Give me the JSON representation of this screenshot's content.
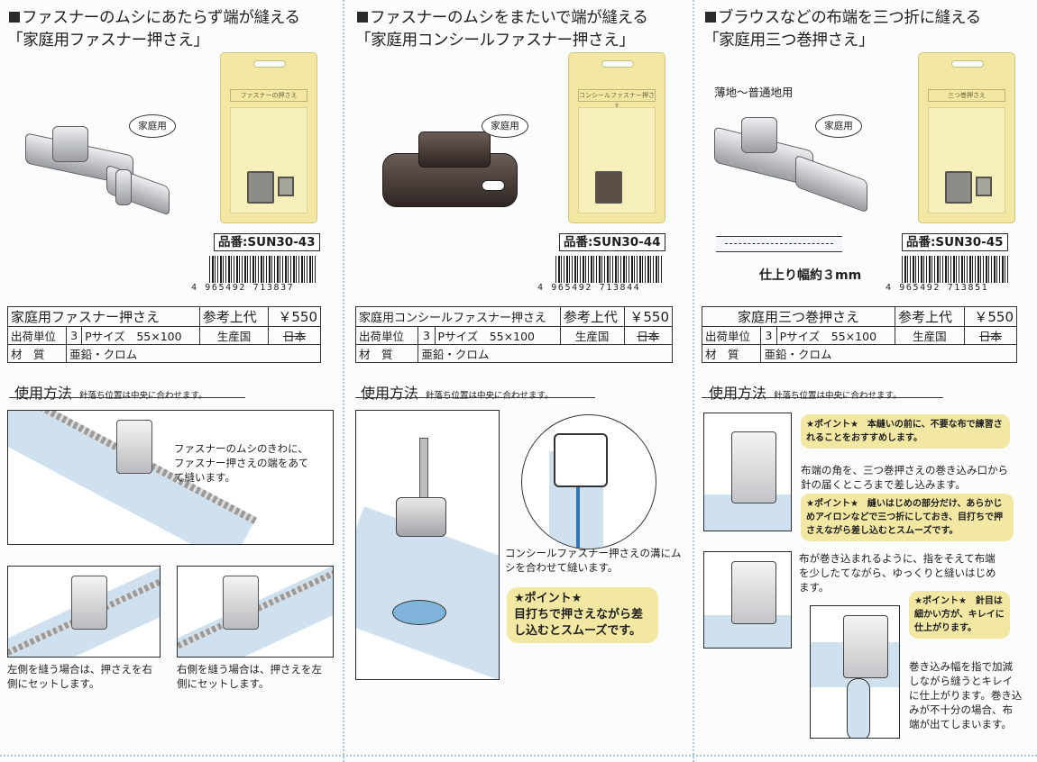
{
  "columns": [
    {
      "title": "ファスナーのムシにあたらず端が縫える",
      "subtitle": "「家庭用ファスナー押さえ」",
      "badge": "家庭用",
      "package_label": "ファスナーの押さえ",
      "part_number": "品番:SUN30-43",
      "barcode_digits": "4 965492 713837",
      "spec": {
        "name": "家庭用ファスナー押さえ",
        "ref_price_label": "参考上代",
        "price": "￥550",
        "unit_label": "出荷単位",
        "unit": "3",
        "size_label": "Pサイズ",
        "size": "55×100",
        "origin_label": "生産国",
        "origin": "日本",
        "material_label": "材　質",
        "material": "亜鉛・クロム"
      },
      "howto": "使用方法",
      "howto_note": "針落ち位置は中央に合わせます。",
      "instructions": [
        "ファスナーのムシのきわに、ファスナー押さえの端をあてて縫います。",
        "左側を縫う場合は、押さえを右側にセットします。",
        "右側を縫う場合は、押さえを左側にセットします。"
      ]
    },
    {
      "title": "ファスナーのムシをまたいで端が縫える",
      "subtitle": "「家庭用コンシールファスナー押さえ」",
      "badge": "家庭用",
      "package_label": "コンシールファスナー押さえ",
      "part_number": "品番:SUN30-44",
      "barcode_digits": "4 965492 713844",
      "spec": {
        "name": "家庭用コンシールファスナー押さえ",
        "ref_price_label": "参考上代",
        "price": "￥550",
        "unit_label": "出荷単位",
        "unit": "3",
        "size_label": "Pサイズ",
        "size": "55×100",
        "origin_label": "生産国",
        "origin": "日本",
        "material_label": "材　質",
        "material": "亜鉛・クロム"
      },
      "howto": "使用方法",
      "howto_note": "針落ち位置は中央に合わせます。",
      "instructions": [
        "コンシールファスナー押さえの溝にムシを合わせて縫います。"
      ],
      "point": {
        "label": "★ポイント★",
        "text": "目打ちで押さえながら差し込むとスムーズです。"
      }
    },
    {
      "title": "ブラウスなどの布端を三つ折に縫える",
      "subtitle": "「家庭用三つ巻押さえ」",
      "badge": "家庭用",
      "fabric_range": "薄地〜普通地用",
      "finish_width": "仕上り幅約３mm",
      "package_label": "三つ巻押さえ",
      "part_number": "品番:SUN30-45",
      "barcode_digits": "4 965492 713851",
      "spec": {
        "name": "家庭用三つ巻押さえ",
        "ref_price_label": "参考上代",
        "price": "￥550",
        "unit_label": "出荷単位",
        "unit": "3",
        "size_label": "Pサイズ",
        "size": "55×100",
        "origin_label": "生産国",
        "origin": "日本",
        "material_label": "材　質",
        "material": "亜鉛・クロム"
      },
      "howto": "使用方法",
      "howto_note": "針落ち位置は中央に合わせます。",
      "points": [
        "★ポイント★　本縫いの前に、不要な布で練習されることをおすすめします。",
        "★ポイント★　縫いはじめの部分だけ、あらかじめアイロンなどで三つ折にしておき、目打ちで押さえながら差し込むとスムーズです。",
        "★ポイント★　針目は細かい方が、キレイに仕上がります。"
      ],
      "instructions": [
        "布端の角を、三つ巻押さえの巻き込み口から針の届くところまで差し込みます。",
        "布が巻き込まれるように、指をそえて布端を少したてながら、ゆっくりと縫いはじめます。",
        "巻き込み幅を指で加減しながら縫うとキレイに仕上がります。巻き込みが不十分の場合、布端が出てしまいます。"
      ]
    }
  ]
}
